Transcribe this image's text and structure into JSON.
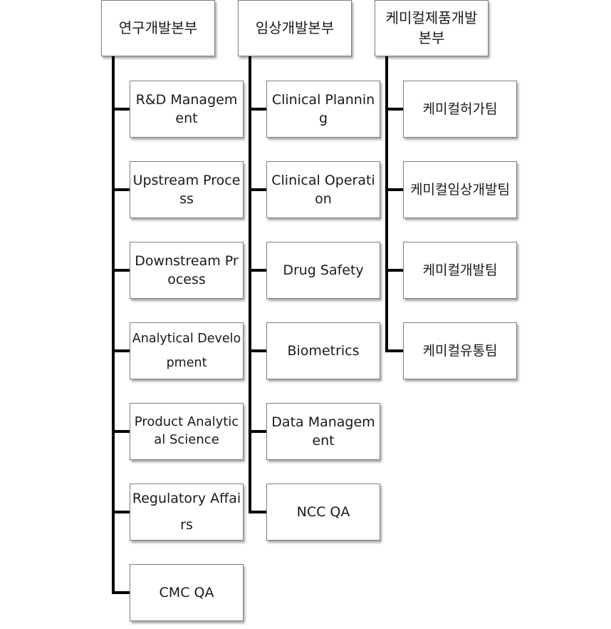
{
  "divisions": [
    {
      "name": "연구개발본부",
      "teams": [
        "R&D Management",
        "Upstream Process",
        "Downstream Process",
        "Analytical Development",
        "Product Analytical Science",
        "Regulatory Affairs",
        "CMC QA"
      ]
    },
    {
      "name": "임상개발본부",
      "teams": [
        "Clinical Planning",
        "Clinical Operation",
        "Drug Safety",
        "Biometrics",
        "Data Management",
        "NCC QA"
      ]
    },
    {
      "name": "케미컬제품개발본부",
      "teams": [
        "케미컬허가팀",
        "케미컬임상개발팀",
        "케미컬개발팀",
        "케미컬유통팀"
      ]
    }
  ]
}
